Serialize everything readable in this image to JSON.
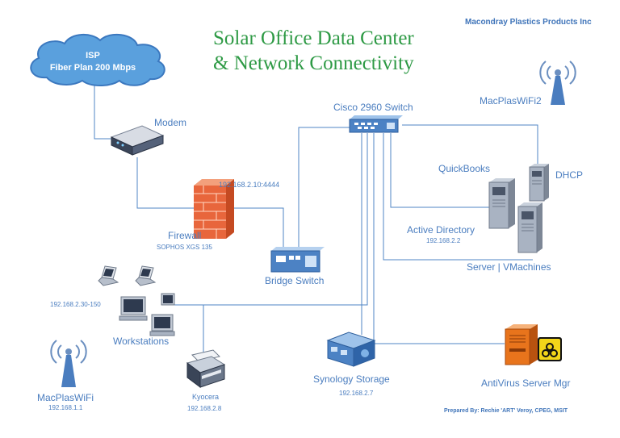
{
  "title_line1": "Solar Office Data Center",
  "title_line2": "& Network Connectivity",
  "company": "Macondray Plastics Products Inc",
  "isp": {
    "line1": "ISP",
    "line2": "Fiber Plan 200 Mbps"
  },
  "modem": "Modem",
  "firewall": {
    "label": "Firewall",
    "model": "SOPHOS XGS 135",
    "ip": "192.168.2.10:4444"
  },
  "switch": "Cisco 2960 Switch",
  "bridge_switch": "Bridge Switch",
  "wifi2": "MacPlasWiFi2",
  "wifi1": {
    "label": "MacPlasWiFi",
    "ip": "192.168.1.1"
  },
  "quickbooks": "QuickBooks",
  "dhcp": "DHCP",
  "active_directory": {
    "label": "Active Directory",
    "ip": "192.168.2.2"
  },
  "servers": "Server | VMachines",
  "workstations": {
    "label": "Workstations",
    "ip_range": "192.168.2.30-150"
  },
  "printer": {
    "label": "Kyocera",
    "ip": "192.168.2.8"
  },
  "storage": {
    "label": "Synology Storage",
    "ip": "192.168.2.7"
  },
  "antivirus": "AntiVirus Server Mgr",
  "prepared_by": "Prepared By:    Rechie 'ART' Veroy, CPEG, MSIT",
  "colors": {
    "title": "#2e9a45",
    "label": "#4a7dbf",
    "line": "#3f74b9",
    "cloud": "#5aa0dd",
    "firewall": "#e8663c",
    "antivirus": "#e8741c"
  }
}
